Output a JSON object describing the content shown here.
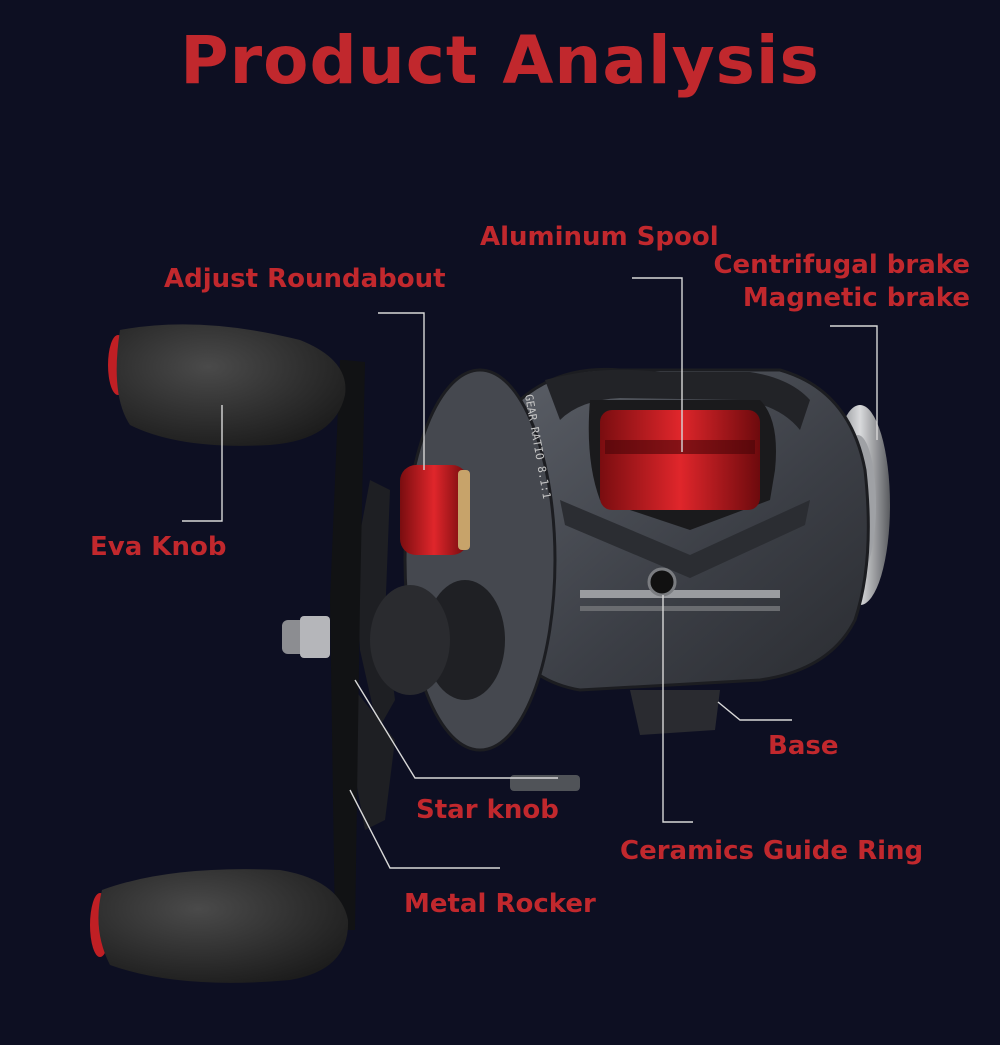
{
  "title": "Product Analysis",
  "colors": {
    "background": "#0d0f22",
    "accent": "#c1282d",
    "leader_line": "#d8d8d8"
  },
  "labels": {
    "aluminum_spool": "Aluminum Spool",
    "adjust_roundabout": "Adjust Roundabout",
    "centrifugal_brake": "Centrifugal brake",
    "magnetic_brake": "Magnetic brake",
    "eva_knob": "Eva Knob",
    "base": "Base",
    "star_knob": "Star knob",
    "ceramics_guide_ring": "Ceramics Guide Ring",
    "metal_rocker": "Metal Rocker"
  },
  "reel_marking": "GEAR RATIO 8.1:1"
}
